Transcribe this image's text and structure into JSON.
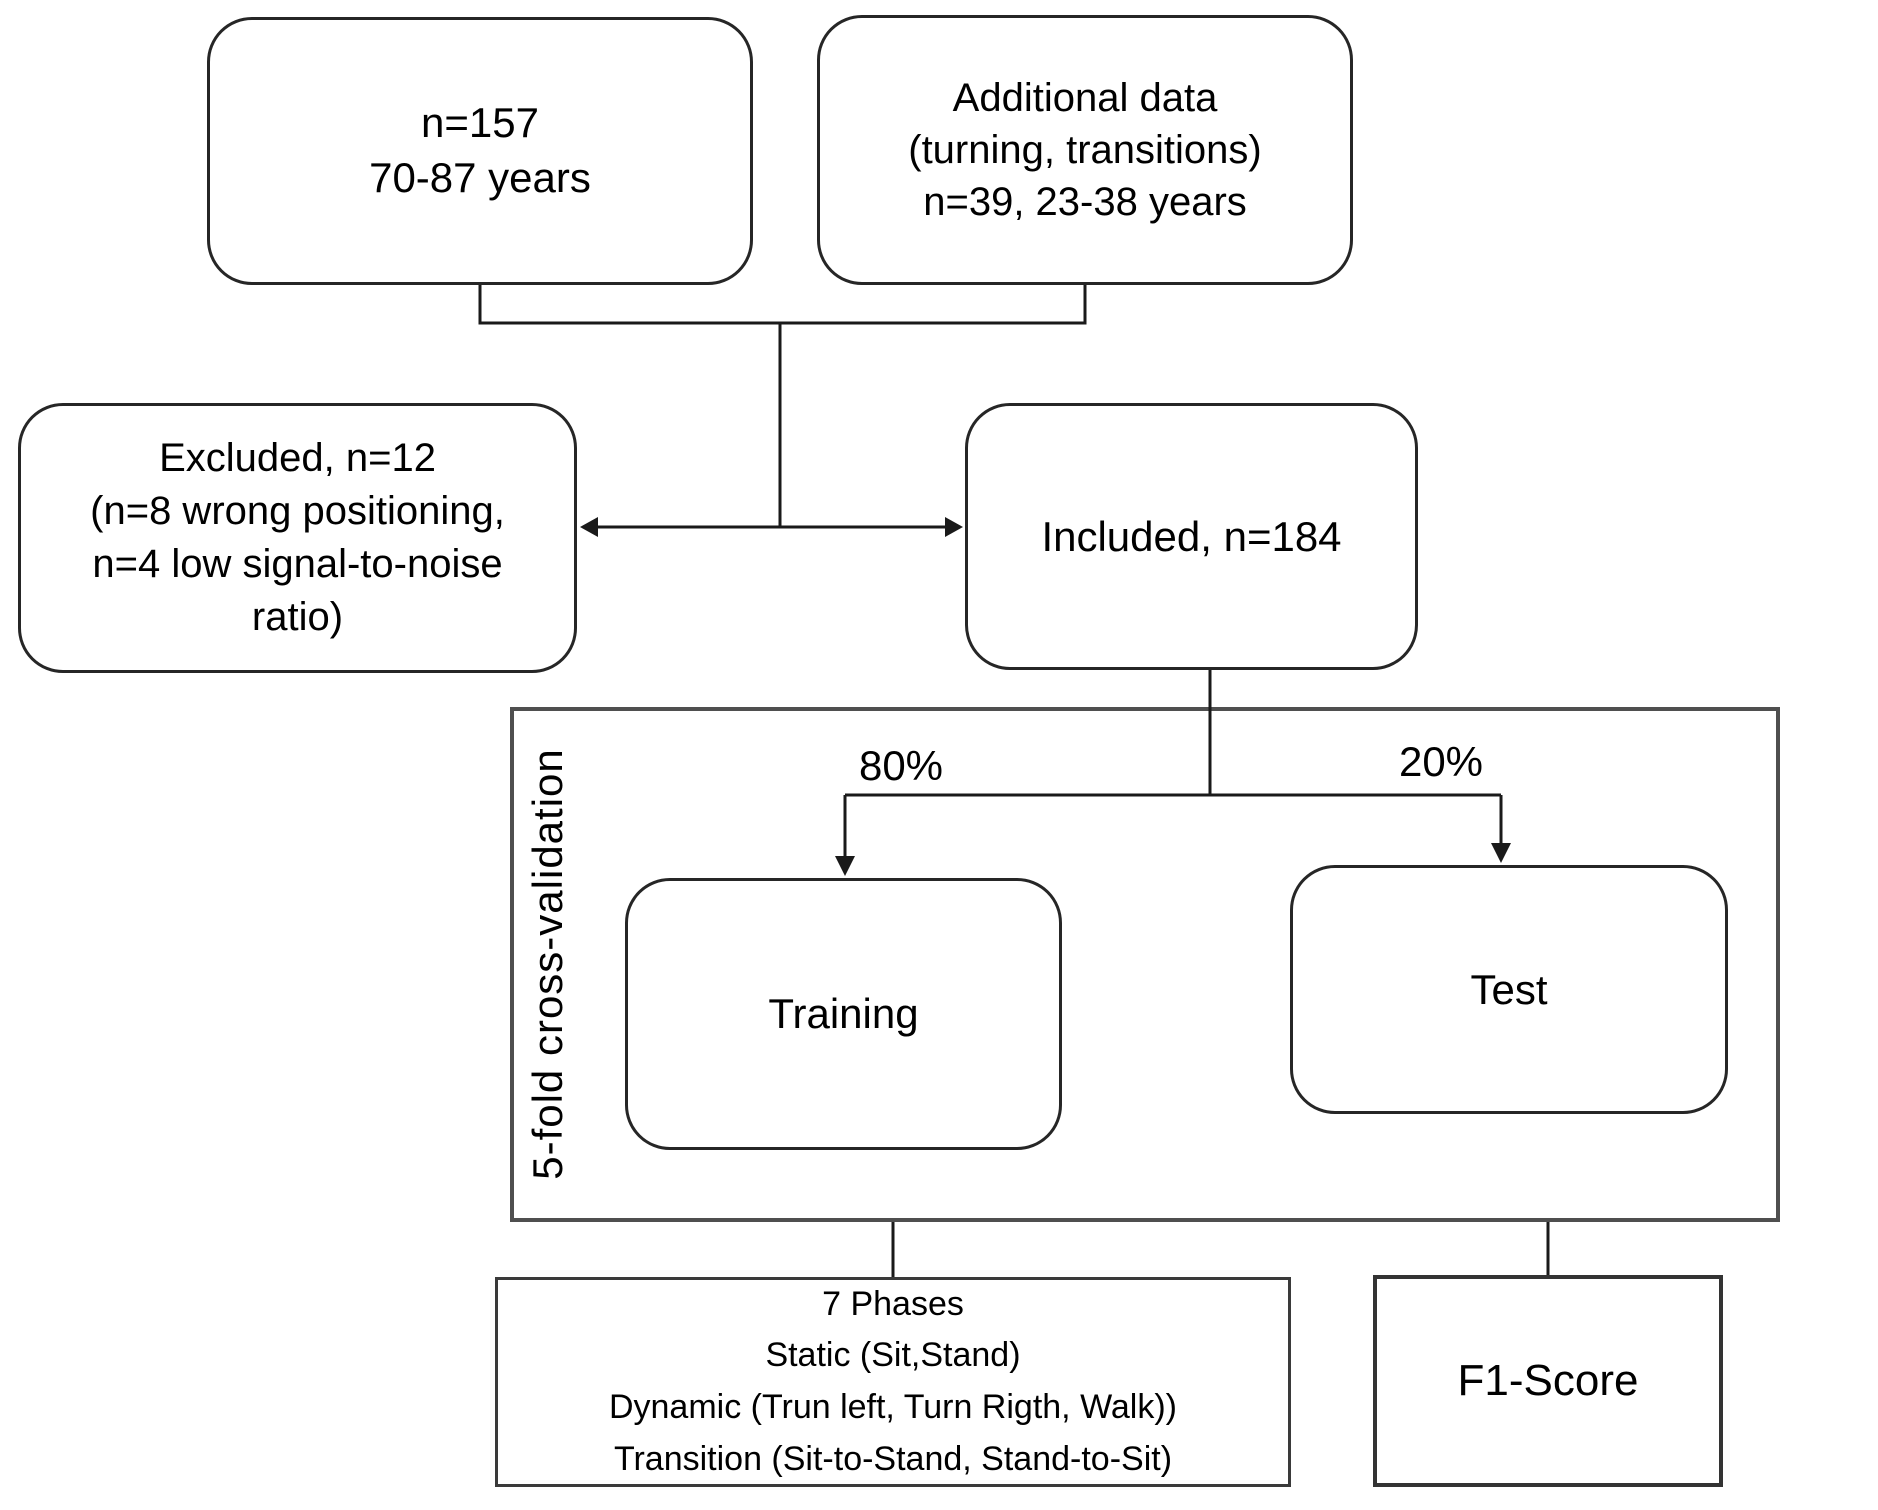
{
  "diagram": {
    "boxes": {
      "initial": {
        "lines": [
          "n=157",
          "70-87 years"
        ]
      },
      "additional": {
        "lines": [
          "Additional data",
          "(turning, transitions)",
          "n=39, 23-38 years"
        ]
      },
      "excluded": {
        "lines": [
          "Excluded, n=12",
          "(n=8 wrong positioning,",
          "n=4 low signal-to-noise",
          "ratio)"
        ]
      },
      "included": {
        "label": "Included, n=184"
      },
      "training": {
        "label": "Training"
      },
      "test": {
        "label": "Test"
      },
      "phases": {
        "lines": [
          "7 Phases",
          "Static (Sit,Stand)",
          "Dynamic (Trun left, Turn Rigth, Walk))",
          "Transition (Sit-to-Stand, Stand-to-Sit)"
        ]
      },
      "f1": {
        "label": "F1-Score"
      }
    },
    "labels": {
      "cross_validation": "5-fold cross-validation",
      "train_split": "80%",
      "test_split": "20%"
    },
    "colors": {
      "line": "#1a1a1a",
      "container_border": "#4f4f4f",
      "box_border": "#262626",
      "text": "#000000",
      "background": "#ffffff"
    }
  }
}
